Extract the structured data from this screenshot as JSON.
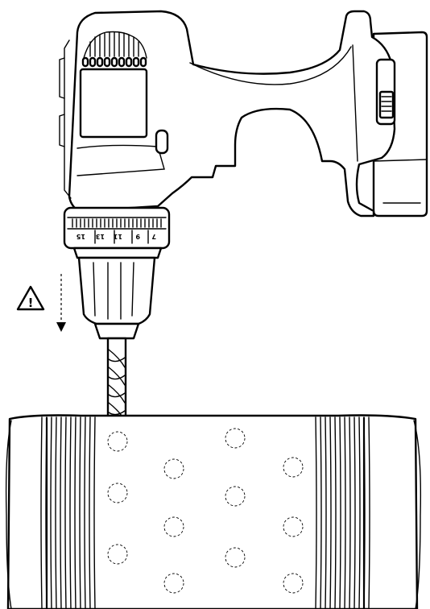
{
  "illustration": {
    "clutch_scale": [
      "15",
      "13",
      "11",
      "9",
      "7"
    ],
    "warning_symbol": "!",
    "icons": {
      "warning": "warning-triangle-icon",
      "direction": "down-arrow-icon"
    },
    "colors": {
      "ink": "#000000",
      "paper": "#ffffff"
    }
  }
}
